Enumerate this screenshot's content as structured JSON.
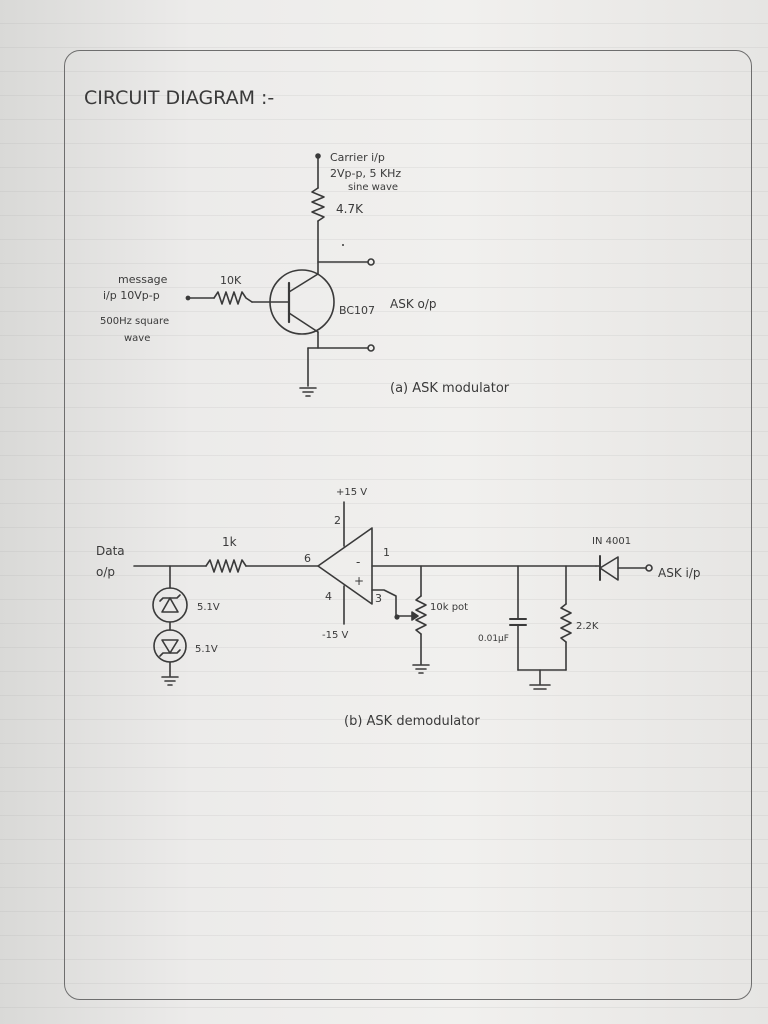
{
  "page": {
    "heading": "CIRCUIT DIAGRAM :-"
  },
  "modulator": {
    "carrier_label_1": "Carrier i/p",
    "carrier_label_2": "2Vp-p, 5 KHz",
    "carrier_label_3": "sine wave",
    "collector_resistor": "4.7K",
    "message_label_1": "message",
    "message_label_2": "i/p 10Vp-p",
    "message_label_3": "500Hz square",
    "message_label_4": "wave",
    "base_resistor": "10K",
    "transistor": "BC107",
    "output_label": "ASK o/p",
    "caption": "(a) ASK modulator"
  },
  "demodulator": {
    "supply_pos": "+15 V",
    "supply_neg": "-15 V",
    "pin2": "2",
    "pin4": "4",
    "pin6": "6",
    "pin3": "3",
    "pin1": "1",
    "minus_sign": "-",
    "plus_sign": "+",
    "data_label_1": "Data",
    "data_label_2": "o/p",
    "input_resistor": "1k",
    "zener1": "5.1V",
    "zener2": "5.1V",
    "pot": "10k pot",
    "capacitor": "0.01µF",
    "load_resistor": "2.2K",
    "diode": "IN 4001",
    "input_label": "ASK i/p",
    "caption": "(b) ASK demodulator"
  },
  "colors": {
    "ink": "#3a3a3a",
    "paper": "#efeeec",
    "rule": "#cfcfcf"
  }
}
